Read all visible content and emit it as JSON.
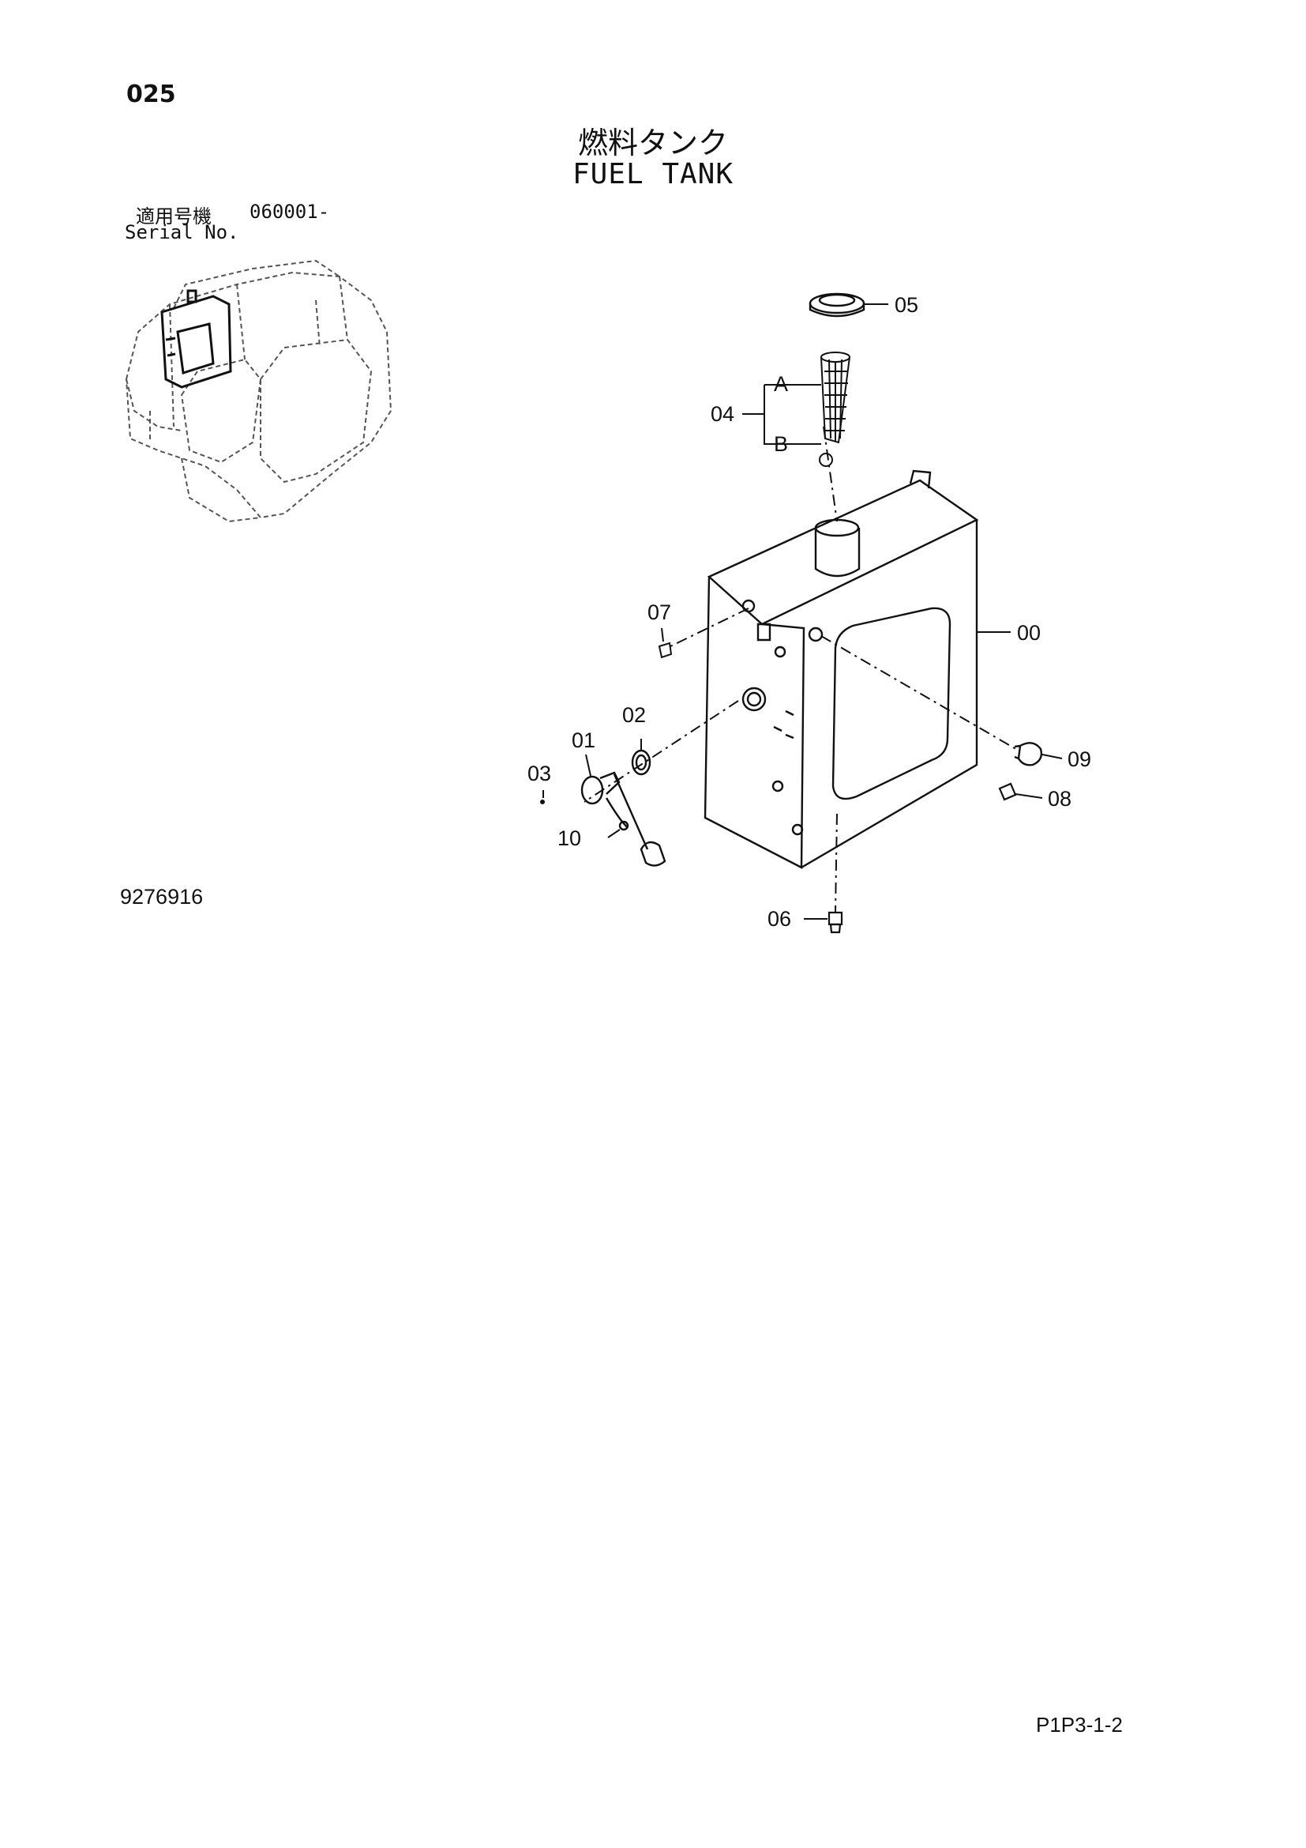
{
  "header": {
    "page_number": "025",
    "title_jp": "燃料タンク",
    "title_en": "FUEL TANK"
  },
  "serial": {
    "label_jp": "適用号機",
    "value": "060001-",
    "label_en": "Serial No."
  },
  "callouts": {
    "c00": "00",
    "c01": "01",
    "c02": "02",
    "c03": "03",
    "c04": "04",
    "c05": "05",
    "c06": "06",
    "c07": "07",
    "c08": "08",
    "c09": "09",
    "c10": "10",
    "sub_a": "A",
    "sub_b": "B"
  },
  "footer": {
    "drawing_number": "9276916",
    "sheet_code": "P1P3-1-2"
  }
}
